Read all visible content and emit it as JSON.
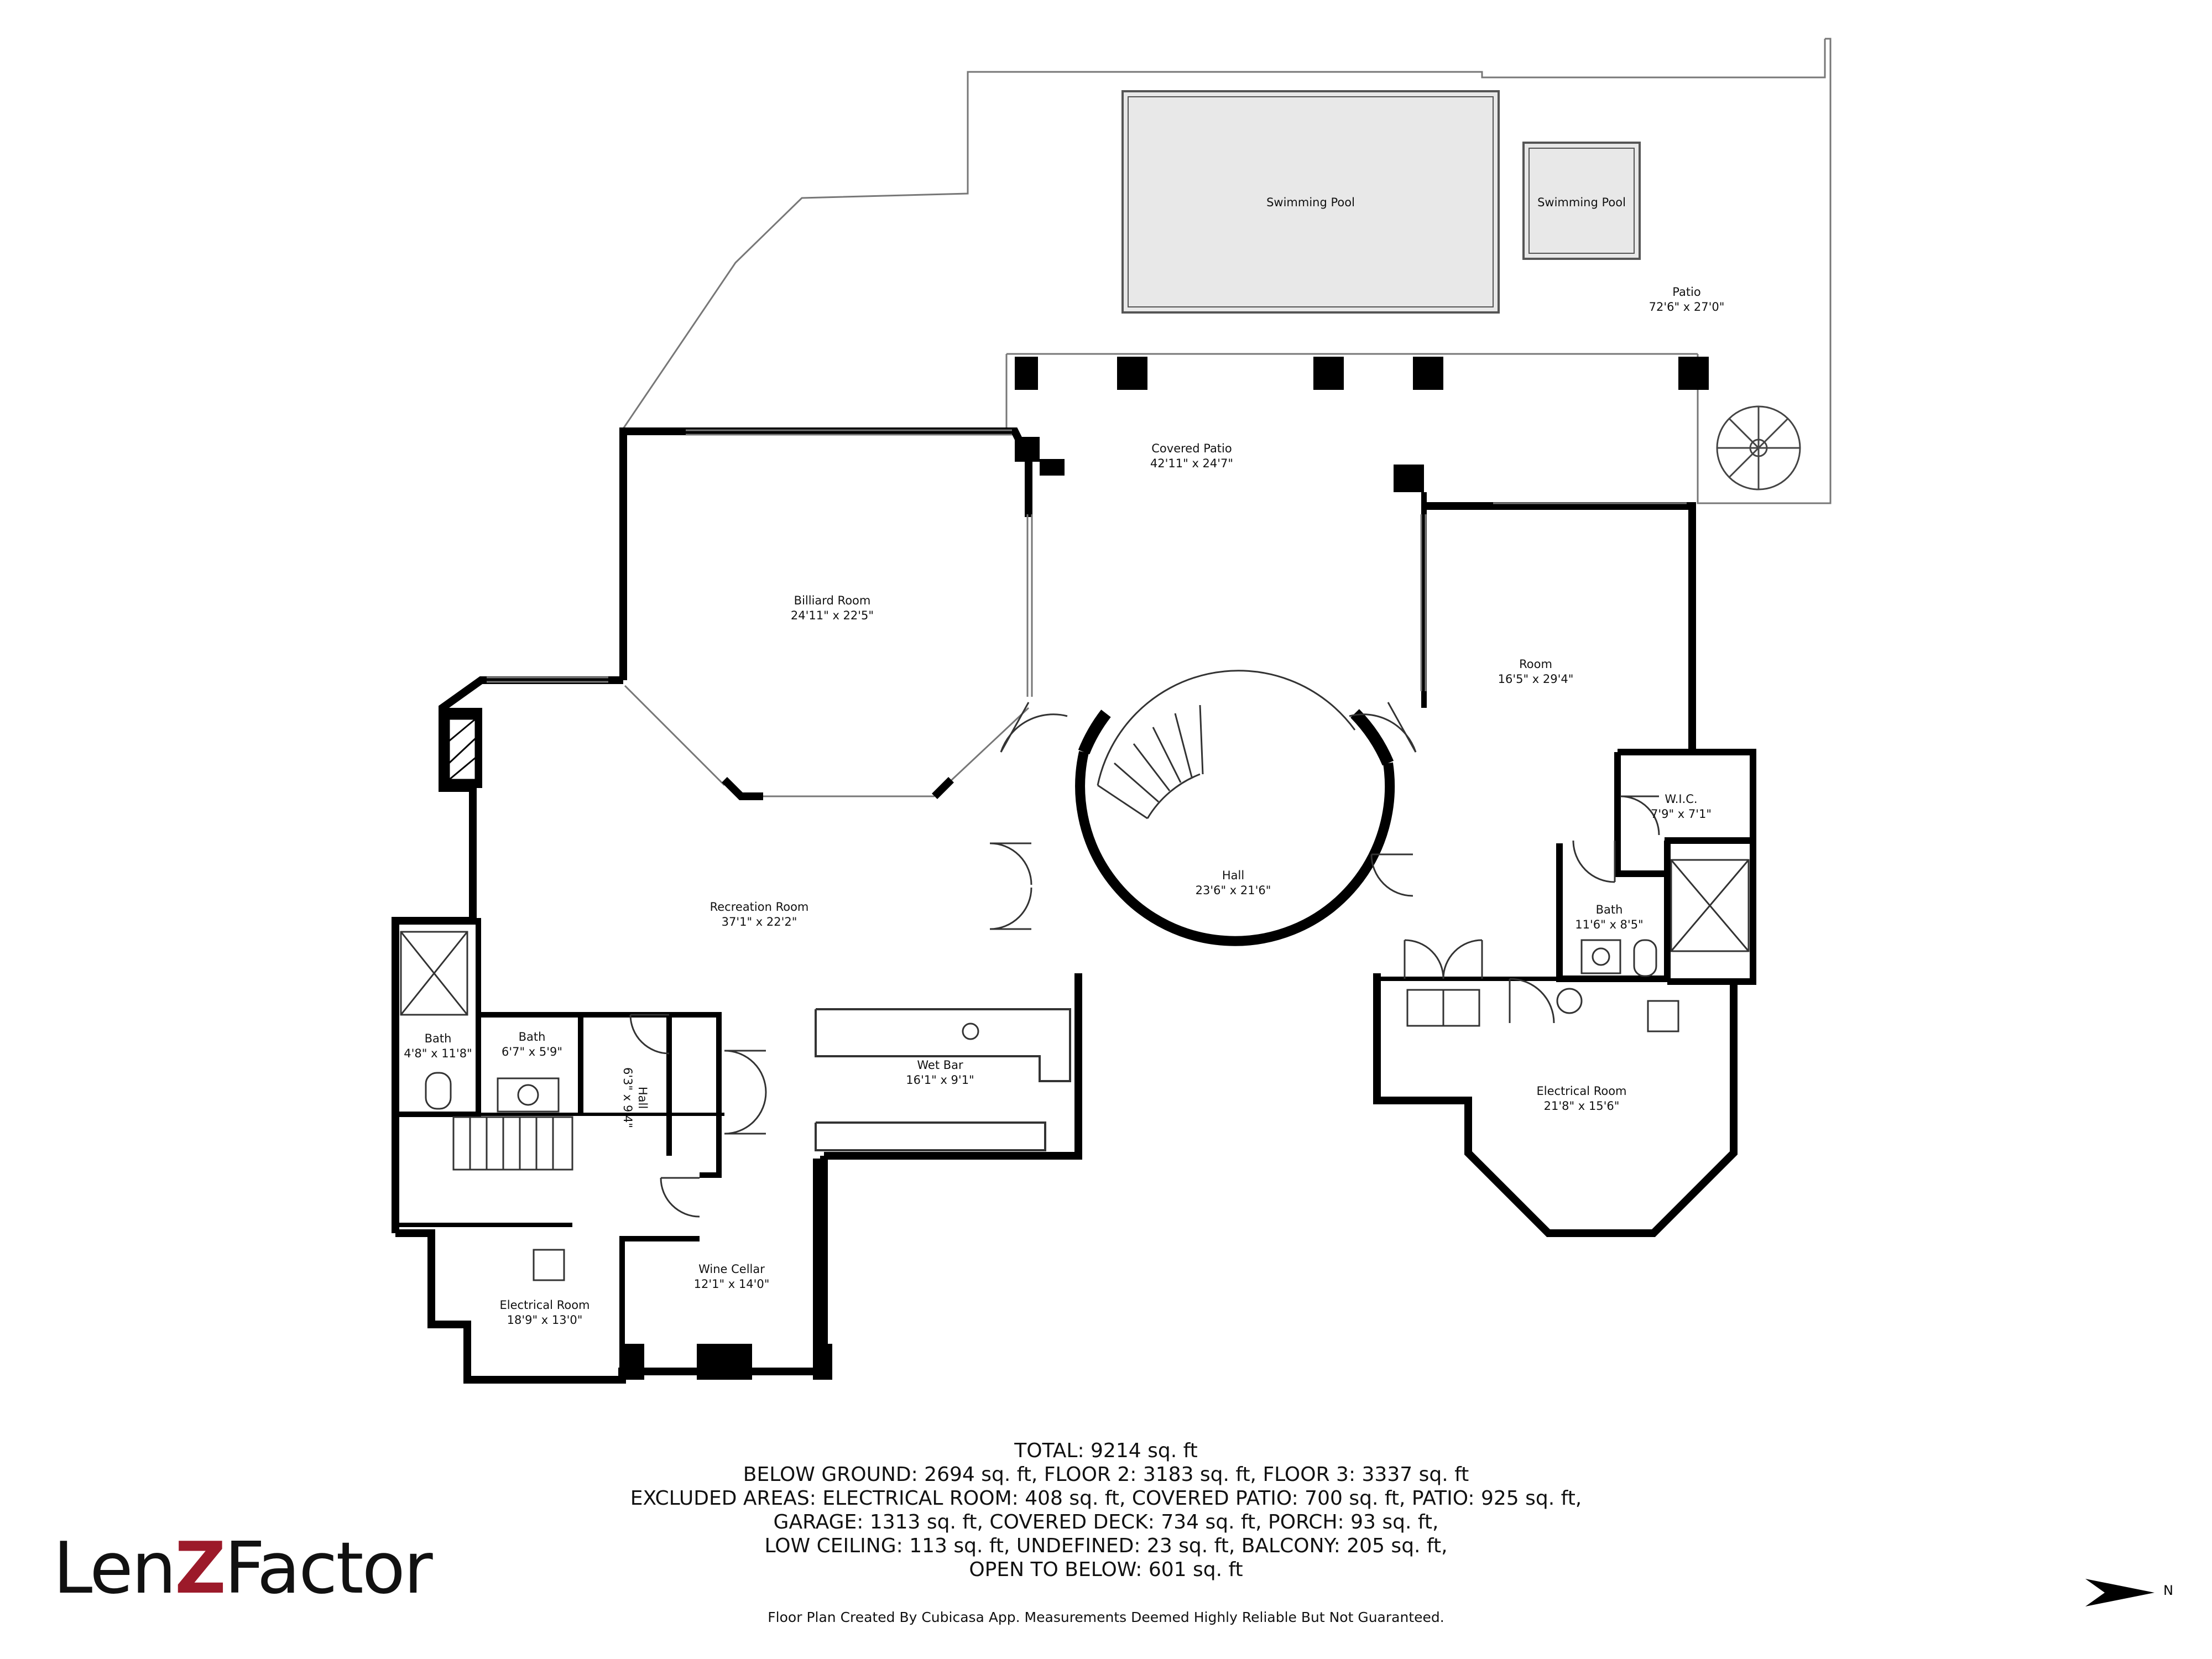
{
  "rooms": {
    "swimming_pool_large": {
      "name": "Swimming Pool"
    },
    "swimming_pool_small": {
      "name": "Swimming Pool"
    },
    "patio": {
      "name": "Patio",
      "dims": "72'6\" x 27'0\""
    },
    "covered_patio": {
      "name": "Covered Patio",
      "dims": "42'11\" x 24'7\""
    },
    "billiard_room": {
      "name": "Billiard Room",
      "dims": "24'11\" x 22'5\""
    },
    "room": {
      "name": "Room",
      "dims": "16'5\" x 29'4\""
    },
    "wic": {
      "name": "W.I.C.",
      "dims": "7'9\" x 7'1\""
    },
    "hall_main": {
      "name": "Hall",
      "dims": "23'6\" x 21'6\""
    },
    "recreation_room": {
      "name": "Recreation Room",
      "dims": "37'1\" x 22'2\""
    },
    "bath_right": {
      "name": "Bath",
      "dims": "11'6\" x 8'5\""
    },
    "bath_left_1": {
      "name": "Bath",
      "dims": "4'8\" x 11'8\""
    },
    "bath_left_2": {
      "name": "Bath",
      "dims": "6'7\" x 5'9\""
    },
    "hall_small": {
      "name": "Hall",
      "dims": "6'3\" x 9'4\""
    },
    "wet_bar": {
      "name": "Wet Bar",
      "dims": "16'1\" x 9'1\""
    },
    "electrical_room_right": {
      "name": "Electrical Room",
      "dims": "21'8\" x 15'6\""
    },
    "electrical_room_left": {
      "name": "Electrical Room",
      "dims": "18'9\" x 13'0\""
    },
    "wine_cellar": {
      "name": "Wine Cellar",
      "dims": "12'1\" x 14'0\""
    }
  },
  "summary": {
    "lines": [
      "TOTAL: 9214 sq. ft",
      "BELOW GROUND: 2694 sq. ft, FLOOR 2: 3183 sq. ft, FLOOR 3: 3337 sq. ft",
      "EXCLUDED AREAS: ELECTRICAL ROOM: 408 sq. ft, COVERED PATIO: 700 sq. ft, PATIO: 925 sq. ft,",
      "GARAGE: 1313 sq. ft, COVERED DECK: 734 sq. ft, PORCH: 93 sq. ft,",
      "LOW CEILING: 113 sq. ft, UNDEFINED: 23 sq. ft, BALCONY: 205 sq. ft,",
      "OPEN TO BELOW: 601 sq. ft"
    ]
  },
  "disclaimer": "Floor Plan Created By Cubicasa App. Measurements Deemed Highly Reliable But Not Guaranteed.",
  "logo": {
    "left": "Len",
    "middle": "Z",
    "right": "Factor"
  },
  "compass": {
    "letter": "N"
  },
  "colors": {
    "wall": "#000000",
    "pool_fill": "#e8e8e8",
    "thin_line": "#777777",
    "logo_accent": "#9c1a2a"
  }
}
